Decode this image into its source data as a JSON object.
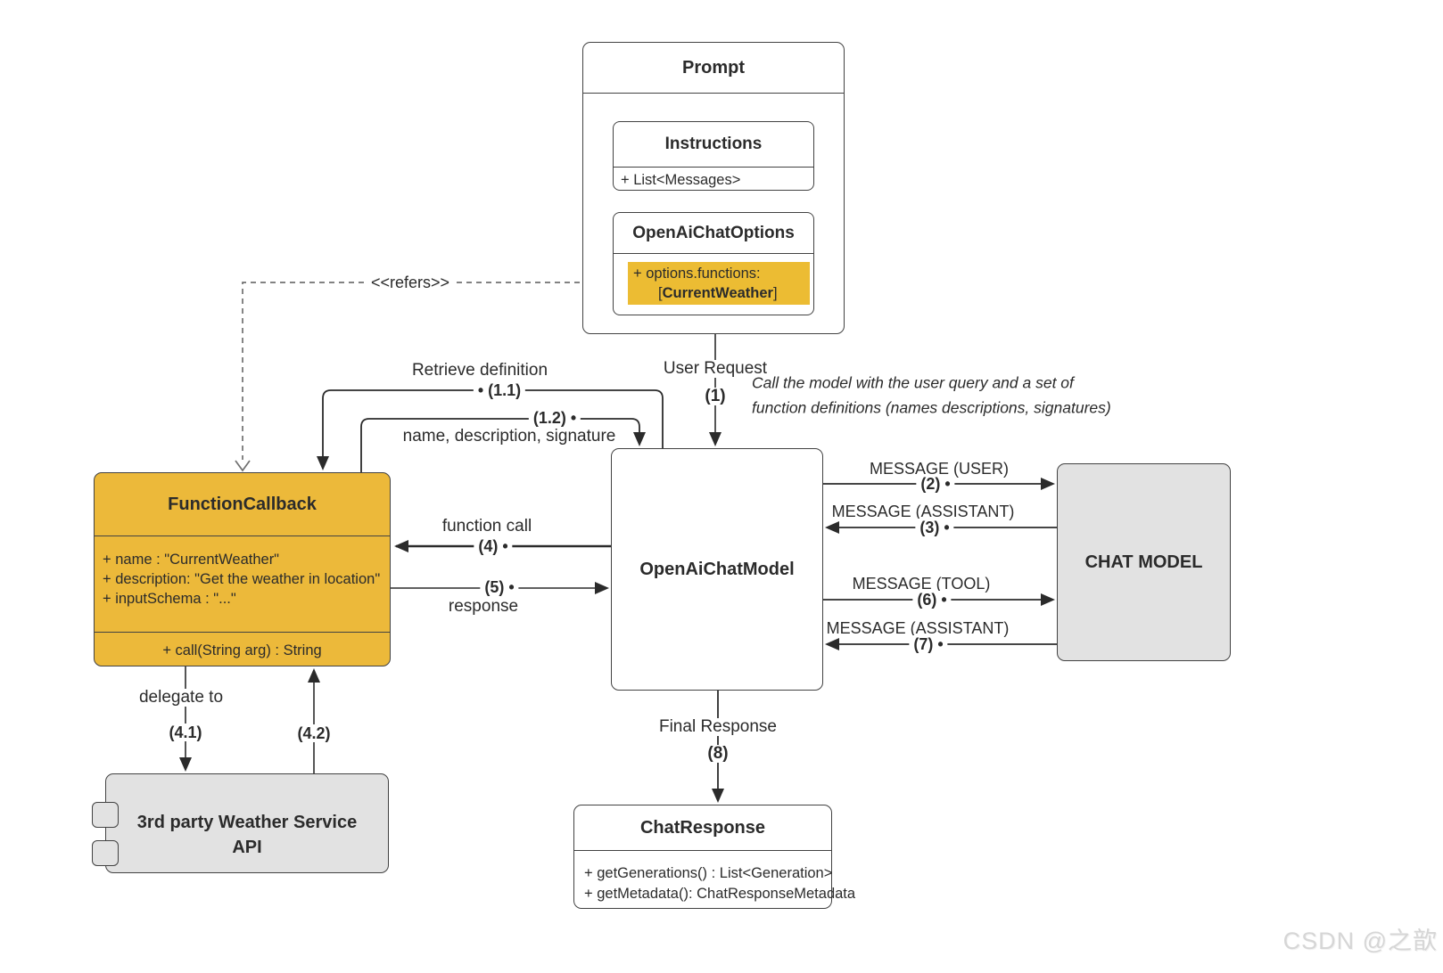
{
  "diagram": {
    "prompt": {
      "title": "Prompt",
      "instructions": {
        "title": "Instructions",
        "field": "+ List<Messages>"
      },
      "options": {
        "title": "OpenAiChatOptions",
        "highlight_line1": "+ options.functions:",
        "highlight_prefix": "[",
        "highlight_name": "CurrentWeather",
        "highlight_suffix": "]"
      }
    },
    "function_callback": {
      "title": "FunctionCallback",
      "attrs": [
        "+ name : \"CurrentWeather\"",
        "+ description: \"Get the weather in location\"",
        "+ inputSchema : \"...\""
      ],
      "method": "+ call(String arg) : String"
    },
    "openai_chat_model": {
      "title": "OpenAiChatModel"
    },
    "chat_model": {
      "title": "CHAT MODEL"
    },
    "weather_api": {
      "title_line1": "3rd party Weather Service",
      "title_line2": "API"
    },
    "chat_response": {
      "title": "ChatResponse",
      "fields": [
        "+ getGenerations() : List<Generation>",
        "+ getMetadata(): ChatResponseMetadata"
      ]
    },
    "edges": {
      "refers": "<<refers>>",
      "retrieve_definition": "Retrieve definition",
      "step_1_1": "• (1.1)",
      "step_1_2": "(1.2) •",
      "signature": "name, description, signature",
      "user_request": "User Request",
      "step_1": "(1)",
      "note_line1": "Call the model with the user query and a set of",
      "note_line2": "function definitions (names descriptions, signatures)",
      "message_user": "MESSAGE (USER)",
      "step_2": "(2) •",
      "message_assistant_3": "MESSAGE (ASSISTANT)",
      "step_3": "(3) •",
      "function_call": "function call",
      "step_4": "(4) •",
      "step_5": "(5) •",
      "response": "response",
      "message_tool": "MESSAGE (TOOL)",
      "step_6": "(6) •",
      "message_assistant_7": "MESSAGE (ASSISTANT)",
      "step_7": "(7) •",
      "final_response": "Final Response",
      "step_8": "(8)",
      "delegate_to": "delegate to",
      "step_4_1": "(4.1)",
      "step_4_2": "(4.2)"
    },
    "watermark": "CSDN @之歆",
    "colors": {
      "accent_yellow": "#ecb93a",
      "highlight_yellow": "#ecbc33",
      "box_gray": "#e2e2e2",
      "line": "#2b2b2b",
      "watermark": "#d6d6d6"
    }
  }
}
